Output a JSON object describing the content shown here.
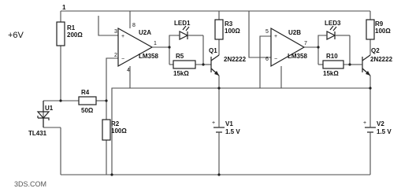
{
  "supply": {
    "label": "+6V"
  },
  "nodes": {
    "top_node": "1"
  },
  "components": {
    "R1": {
      "ref": "R1",
      "value": "200Ω"
    },
    "R2": {
      "ref": "R2",
      "value": "100Ω"
    },
    "R3": {
      "ref": "R3",
      "value": "100Ω"
    },
    "R4": {
      "ref": "R4",
      "value": "50Ω"
    },
    "R5": {
      "ref": "R5",
      "value": "15kΩ"
    },
    "R9": {
      "ref": "R9",
      "value": "100Ω"
    },
    "R10": {
      "ref": "R10",
      "value": "15kΩ"
    },
    "U1": {
      "ref": "U1",
      "part": "TL431"
    },
    "U2A": {
      "ref": "U2A",
      "part": "LM358",
      "pin_plus": "3",
      "pin_minus": "2",
      "pin_out": "1",
      "pin_supply": "8",
      "pin_gnd": "4"
    },
    "U2B": {
      "ref": "U2B",
      "part": "LM358",
      "pin_plus": "5",
      "pin_minus": "6",
      "pin_out": "7"
    },
    "LED1": {
      "ref": "LED1"
    },
    "LED3": {
      "ref": "LED3"
    },
    "Q1": {
      "ref": "Q1",
      "part": "2N2222"
    },
    "Q2": {
      "ref": "Q2",
      "part": "2N2222"
    },
    "V1": {
      "ref": "V1",
      "value": "1.5 V"
    },
    "V2": {
      "ref": "V2",
      "value": "1.5 V"
    }
  },
  "watermark": "3DS.COM"
}
